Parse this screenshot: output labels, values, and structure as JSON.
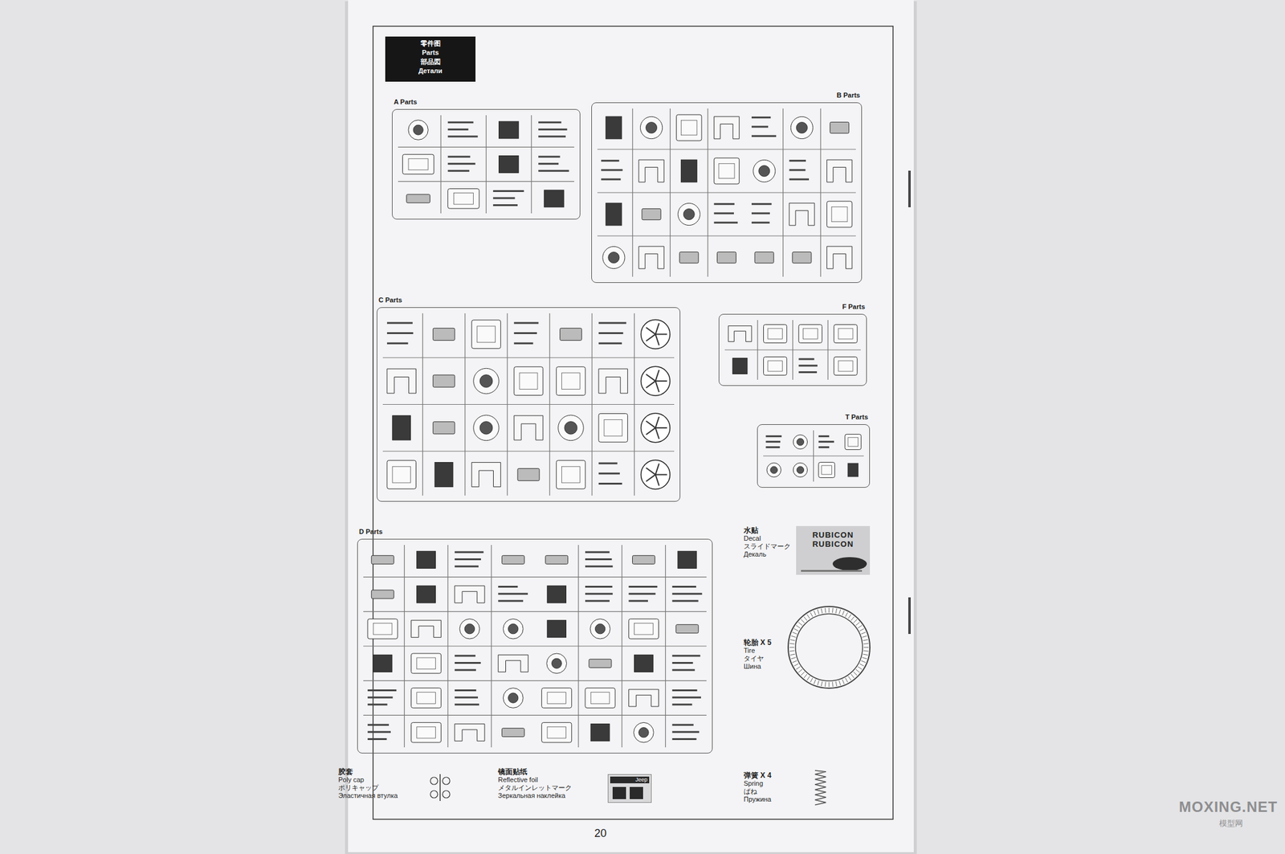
{
  "diagram": {
    "nodes": [
      {
        "text": [
          "零件图",
          "Parts",
          "部品図",
          "Детали"
        ]
      },
      {
        "text": [
          "A Parts"
        ]
      },
      {
        "text": [
          "B Parts"
        ]
      },
      {
        "text": [
          "C Parts"
        ]
      },
      {
        "text": [
          "F Parts"
        ]
      },
      {
        "text": [
          "T Parts"
        ]
      },
      {
        "text": [
          "D Parts"
        ]
      },
      {
        "text": [
          "RUBICON",
          "RUBICON"
        ]
      },
      {
        "text": [
          "Jeep"
        ]
      }
    ],
    "edges": [],
    "labels": [
      "水贴",
      "Decal",
      "スライドマーク",
      "Декаль",
      "轮胎 X 5",
      "Tire",
      "タイヤ",
      "Шина",
      "胶套",
      "Poly cap",
      "ポリキャップ",
      "Эластичная втулка",
      "镜面贴纸",
      "Reflective foil",
      "メタルインレットマーク",
      "Зеркальная наклейка",
      "弹簧 X 4",
      "Spring",
      "ばね",
      "Пружина",
      "20",
      "MOXING.NET",
      "模型网"
    ]
  }
}
